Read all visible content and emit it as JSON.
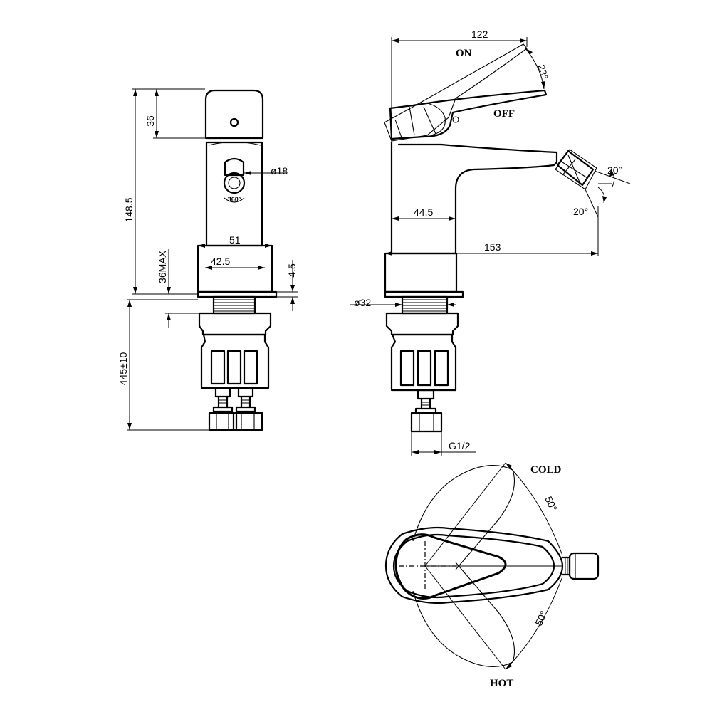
{
  "front_view": {
    "dim_total_height": "148.5",
    "dim_handle_height": "36",
    "dim_aerator_diameter": "ø18",
    "swivel_label": "360°",
    "dim_base_width": "51",
    "dim_inner_width": "42.5",
    "dim_base_height": "4.5",
    "dim_max_thickness": "36MAX",
    "dim_hose_length": "445±10"
  },
  "side_view": {
    "dim_overall_width": "122",
    "label_on": "ON",
    "label_off": "OFF",
    "dim_lever_angle": "23°",
    "dim_nozzle_angle_top": "20°",
    "dim_nozzle_angle_bottom": "20°",
    "dim_body_offset": "44.5",
    "dim_reach": "153",
    "dim_shank_diameter": "ø32",
    "dim_thread": "G1/2"
  },
  "top_view": {
    "label_cold": "COLD",
    "label_hot": "HOT",
    "dim_angle_cold": "50°",
    "dim_angle_hot": "50°"
  }
}
